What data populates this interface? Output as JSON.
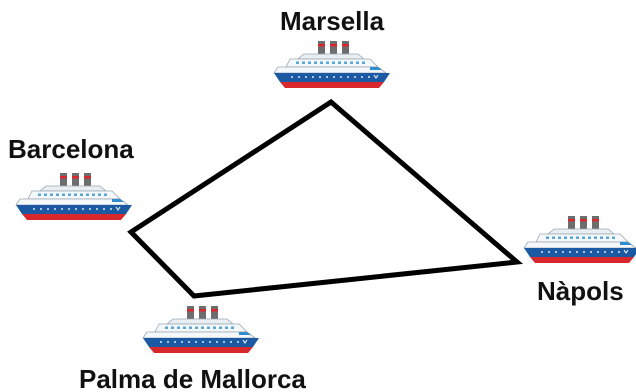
{
  "ports": [
    {
      "id": "marsella",
      "label": "Marsella",
      "icon": "cruise-ship-icon"
    },
    {
      "id": "barcelona",
      "label": "Barcelona",
      "icon": "cruise-ship-icon"
    },
    {
      "id": "napols",
      "label": "Nàpols",
      "icon": "cruise-ship-icon"
    },
    {
      "id": "palma",
      "label": "Palma de Mallorca",
      "icon": "cruise-ship-icon"
    }
  ],
  "route": {
    "stops": [
      "marsella",
      "napols",
      "palma",
      "barcelona"
    ],
    "closed": true
  },
  "colors": {
    "hull_red": "#d9272e",
    "hull_blue": "#1b5aa3",
    "deck_white": "#f4f8fb",
    "window_blue": "#5aa7d6",
    "funnel_gray": "#6d6d6d",
    "funnel_red": "#d9272e",
    "route_line": "#000000",
    "text": "#111111"
  }
}
